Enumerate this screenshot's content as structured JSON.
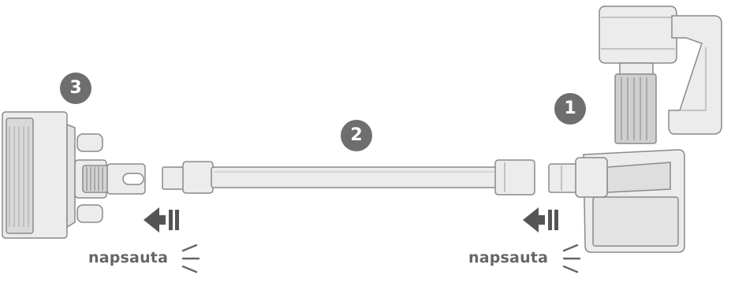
{
  "steps": [
    {
      "number": "3",
      "target": "floor-head"
    },
    {
      "number": "2",
      "target": "extension-tube"
    },
    {
      "number": "1",
      "target": "handheld-unit"
    }
  ],
  "click_label": "napsauta",
  "colors": {
    "badge": "#6e6e6e",
    "label": "#666666",
    "part_fill": "#ececec",
    "part_stroke": "#8a8a8a",
    "arrow": "#555555"
  },
  "icons": [
    "push-arrow-icon",
    "click-sound-icon"
  ]
}
